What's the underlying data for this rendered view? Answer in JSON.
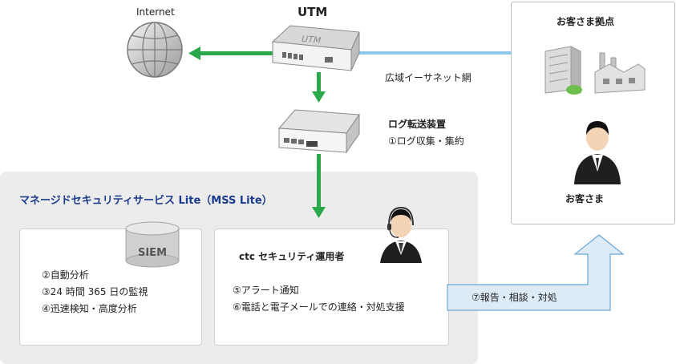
{
  "internet": {
    "label": "Internet"
  },
  "utm": {
    "title": "UTM",
    "device_text": "UTM"
  },
  "wan": {
    "label": "広域イーサネット網"
  },
  "log_device": {
    "title": "ログ転送装置",
    "function": "①ログ収集・集約"
  },
  "customer_site": {
    "title": "お客さま拠点",
    "person_label": "お客さま"
  },
  "mss": {
    "title": "マネージドセキュリティサービス Lite（MSS Lite）",
    "siem": {
      "badge": "SIEM",
      "items": [
        "②自動分析",
        "③24 時間 365 日の監視",
        "④迅速検知・高度分析"
      ]
    },
    "ops": {
      "title": "ctc セキュリティ運用者",
      "items": [
        "⑤アラート通知",
        "⑥電話と電子メールでの連絡・対処支援"
      ]
    }
  },
  "report": {
    "label": "⑦報告・相談・対処"
  },
  "colors": {
    "green": "#2aa84a",
    "wan_line": "#8fc7e8",
    "title_blue": "#1a3a8c",
    "arrow_fill": "#dcebf6",
    "arrow_stroke": "#6aa6d6"
  }
}
